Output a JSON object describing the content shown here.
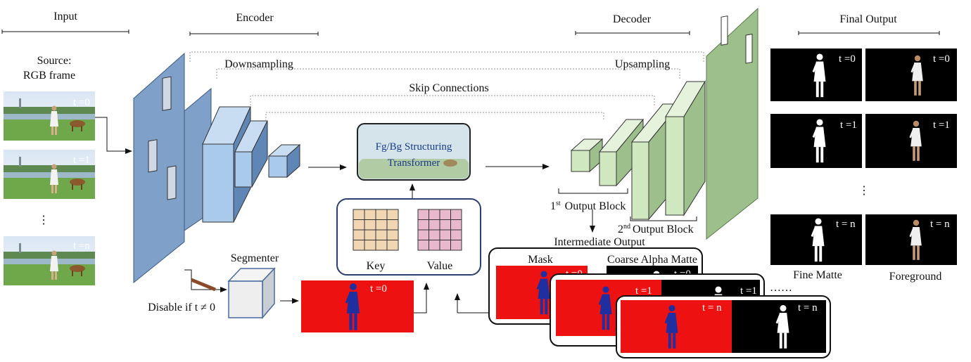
{
  "headers": {
    "input": "Input",
    "encoder": "Encoder",
    "decoder": "Decoder",
    "final_output": "Final Output"
  },
  "input": {
    "source_line1": "Source:",
    "source_line2": "RGB frame",
    "frames": [
      "t =0",
      "t =1",
      "t =n"
    ],
    "ellipsis": "⋮"
  },
  "encoder": {
    "downsampling": "Downsampling"
  },
  "decoder": {
    "upsampling": "Upsampling",
    "first_block_sup": "st",
    "first_block_num": "1",
    "first_block_label": "Output Block",
    "second_block_num": "2",
    "second_block_sup": "nd",
    "second_block_label": "Output Block",
    "intermediate_output": "Intermediate Output"
  },
  "skip_connections": "Skip Connections",
  "transformer": {
    "line1": "Fg/Bg Structuring",
    "line2": "Transformer"
  },
  "kv": {
    "key": "Key",
    "value": "Value"
  },
  "segmenter": {
    "label": "Segmenter",
    "disable": "Disable if t ≠ 0",
    "mask_frame": "t =0"
  },
  "intermediate": {
    "mask": "Mask",
    "coarse_alpha": "Coarse Alpha Matte",
    "frames": [
      "t =0",
      "t =1",
      "t = n"
    ],
    "ellipsis": "……"
  },
  "final": {
    "rows": [
      "t =0",
      "t =1",
      "t = n"
    ],
    "fine_matte": "Fine Matte",
    "foreground": "Foreground",
    "ellipsis": "⋮"
  },
  "colors": {
    "encoder_blue": "#7fa0c8",
    "block_blue": "#a9caea",
    "decoder_green": "#9cbf8c",
    "block_green": "#cfe8bf",
    "mask_red": "#ee1111",
    "silhouette_blue": "#1f2fa0",
    "key_cell": "#f1d6b4",
    "value_cell": "#e8b8cc"
  }
}
